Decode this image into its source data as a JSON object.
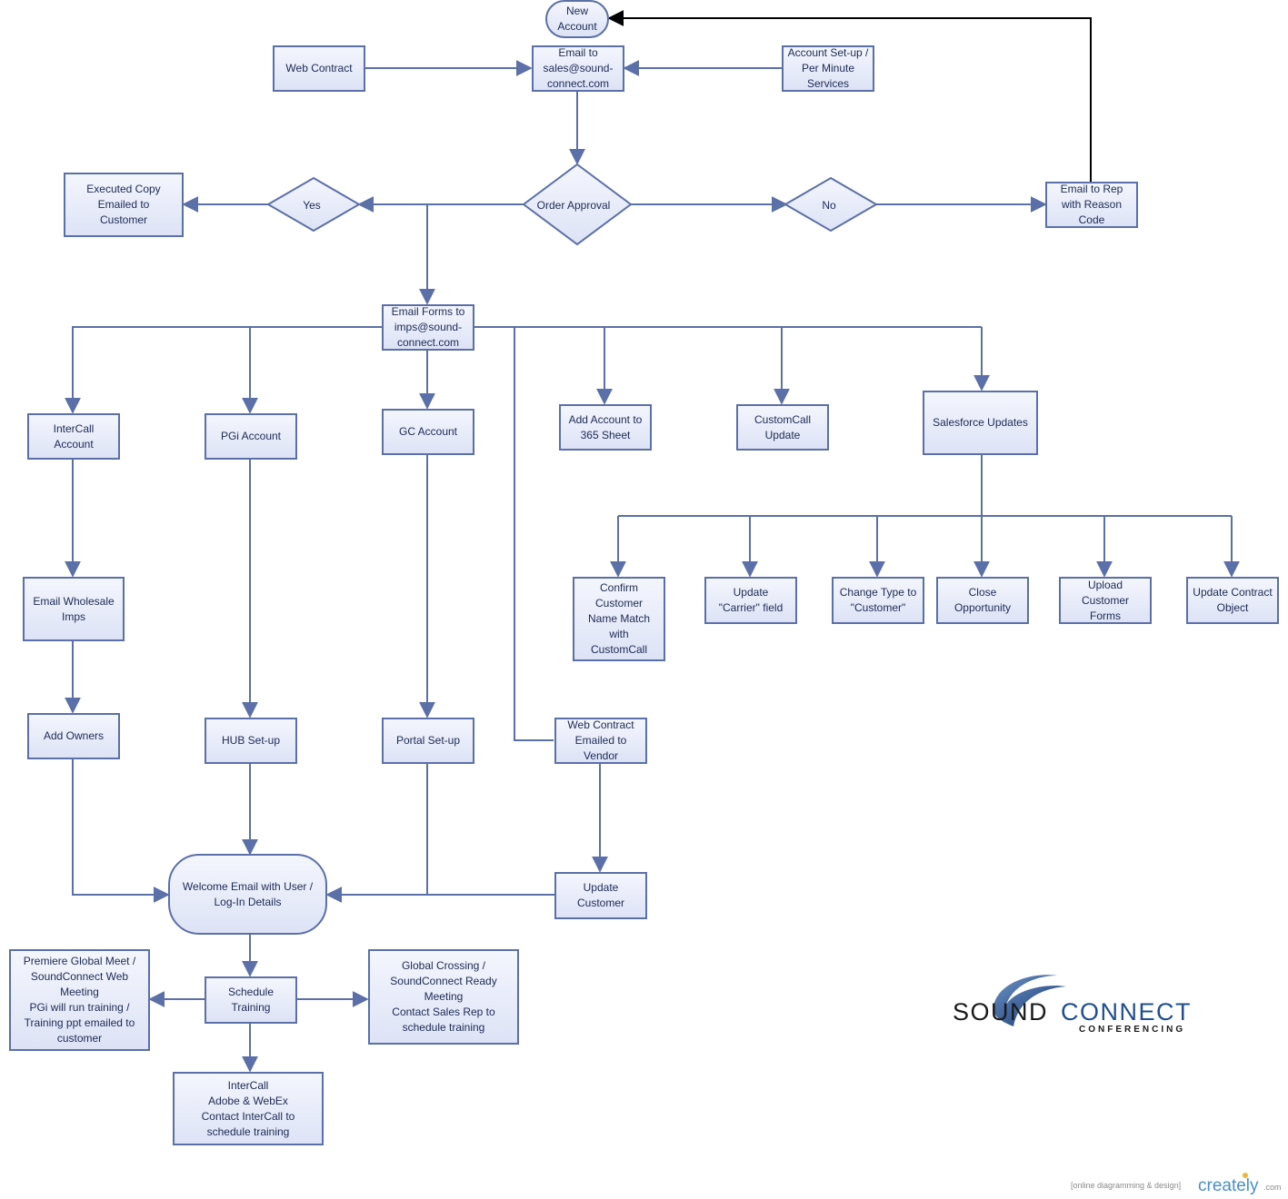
{
  "nodes": {
    "new_account": "New\nAccount",
    "web_contract": "Web Contract",
    "email_sales": "Email to\nsales@sound-\nconnect.com",
    "account_setup": "Account Set-up /\nPer Minute\nServices",
    "executed_copy": "Executed Copy\nEmailed to\nCustomer",
    "yes": "Yes",
    "order_approval": "Order Approval",
    "no": "No",
    "email_rep": "Email to Rep\nwith Reason\nCode",
    "email_forms": "Email Forms to\nimps@sound-\nconnect.com",
    "intercall_account": "InterCall\nAccount",
    "pgi_account": "PGi Account",
    "gc_account": "GC Account",
    "add_365": "Add Account to\n365 Sheet",
    "customcall_update": "CustomCall\nUpdate",
    "salesforce_updates": "Salesforce Updates",
    "confirm_name": "Confirm\nCustomer\nName Match\nwith\nCustomCall",
    "update_carrier": "Update\n\"Carrier\" field",
    "change_type": "Change Type to\n\"Customer\"",
    "close_opportunity": "Close\nOpportunity",
    "upload_forms": "Upload\nCustomer\nForms",
    "update_contract": "Update Contract\nObject",
    "email_wholesale": "Email Wholesale\nImps",
    "add_owners": "Add Owners",
    "hub_setup": "HUB Set-up",
    "portal_setup": "Portal Set-up",
    "web_contract_vendor": "Web Contract\nEmailed to\nVendor",
    "welcome_email": "Welcome Email with User /\nLog-In Details",
    "update_customer": "Update\nCustomer",
    "premiere": "Premiere Global Meet /\nSoundConnect Web\nMeeting\nPGi will run training /\nTraining ppt emailed to\ncustomer",
    "schedule_training": "Schedule\nTraining",
    "global_crossing": "Global Crossing /\nSoundConnect Ready\nMeeting\nContact Sales Rep to\nschedule training",
    "intercall_training": "InterCall\nAdobe & WebEx\nContact InterCall to\nschedule training"
  },
  "logo": {
    "brand_sound": "SOUND",
    "brand_connect": "CONNECT",
    "tagline": "CONFERENCING",
    "colors": {
      "dark": "#1a1a1a",
      "blue": "#1f4f8f"
    }
  },
  "footer": {
    "tagline": "[online diagramming & design]",
    "brand": "creately",
    "suffix": ".com"
  },
  "colors": {
    "box_border": "#5b6fa8",
    "box_fill": "#dde3f6",
    "connector": "#5b6fa8",
    "text": "#1b2a55"
  }
}
